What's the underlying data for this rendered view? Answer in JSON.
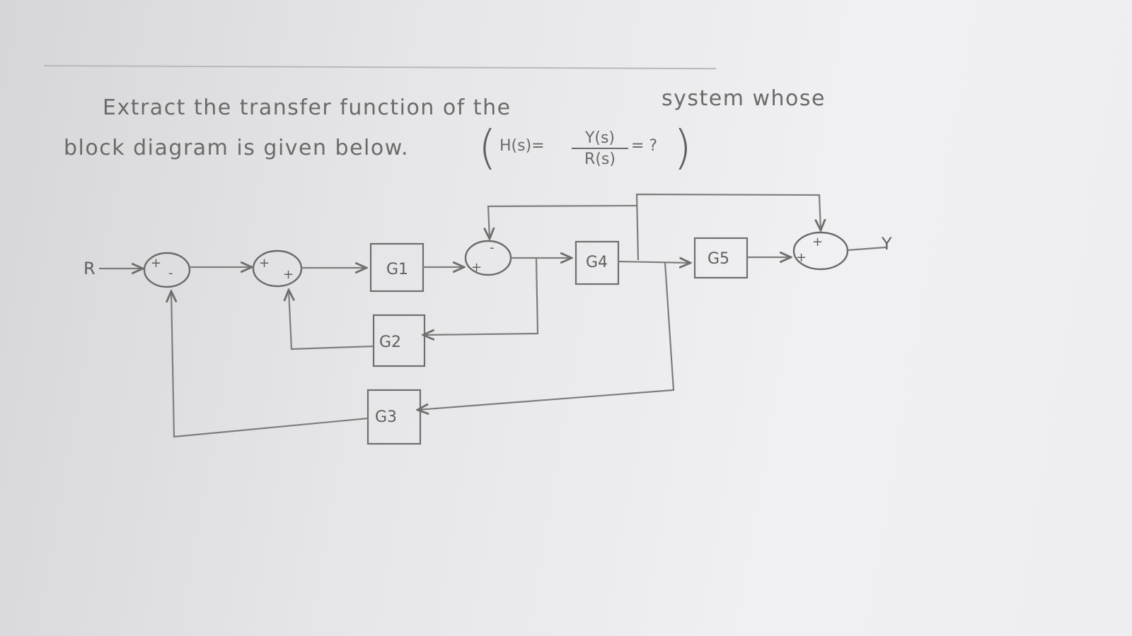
{
  "prompt": {
    "line1a": "Extract the transfer function of the",
    "line1b": "system whose",
    "line2": "block diagram is given below.",
    "formula": {
      "lhs": "H(s)=",
      "numerator": "Y(s)",
      "denominator": "R(s)",
      "rhs": "= ?"
    }
  },
  "diagram": {
    "input_label": "R",
    "output_label": "Y",
    "blocks": [
      "G1",
      "G2",
      "G3",
      "G4",
      "G5"
    ],
    "signs": {
      "s1_top": "+",
      "s1_bottom": "-",
      "s2_left": "+",
      "s2_bottom": "+",
      "s3_left": "+",
      "s3_top": "-",
      "s4_left": "+",
      "s4_top": "+"
    }
  }
}
